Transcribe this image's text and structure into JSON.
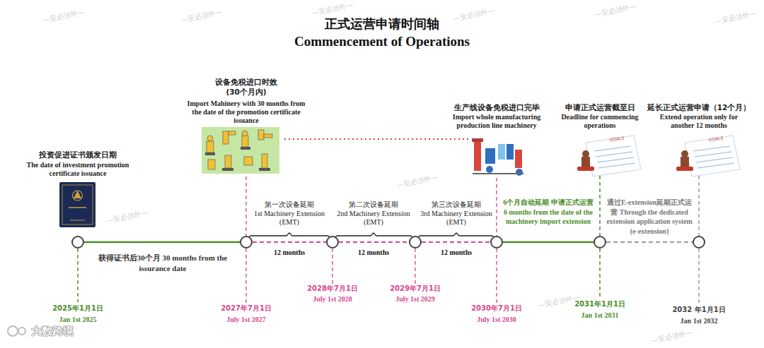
{
  "diagram": {
    "title": "正式运营申请时间轴",
    "nodes": [
      {
        "text": [
          "投资促进证书颁发日期",
          "The date of investment promotion certificate issuance",
          "2025年1月1日",
          "Jan 1st 2025"
        ]
      },
      {
        "text": [
          "设备免税进口时效 (30个月内)",
          "Import Mahinery with 30 months from the date of the promotion certificate issuance",
          "2027年7月1日",
          "July 1st 2027"
        ]
      },
      {
        "text": [
          "2028年7月1日",
          "July 1st 2028"
        ]
      },
      {
        "text": [
          "2029年7月1日",
          "July 1st 2029"
        ]
      },
      {
        "text": [
          "生产线设备免税进口完毕",
          "Import whole manufacturing production line machinery",
          "2030年7月1日",
          "July 1st 2030"
        ]
      },
      {
        "text": [
          "申请正式运营截至日",
          "Deadline for commencing operations",
          "2031年1月1日",
          "Jan 1st 2031"
        ]
      },
      {
        "text": [
          "延长正式运营申请（12个月）",
          "Extend operation only for another 12 months",
          "2032 年1月1日",
          "Jan 1st 2032"
        ]
      }
    ],
    "edges": [
      {
        "from": 0,
        "to": 1,
        "arrow": "none",
        "label": "获得证书后30个月 30 months from the issurance date"
      },
      {
        "from": 1,
        "to": 2,
        "arrow": "none",
        "label": "12 months"
      },
      {
        "from": 2,
        "to": 3,
        "arrow": "none",
        "label": "12 months"
      },
      {
        "from": 3,
        "to": 4,
        "arrow": "none",
        "label": "12 months"
      },
      {
        "from": 4,
        "to": 5,
        "arrow": "none",
        "label": "6个月自动延期 申请正式运营 6 months from the date of the machinery import extension"
      },
      {
        "from": 5,
        "to": 6,
        "arrow": "none",
        "label": "通过E-extension延期正式运营 Through the dedicated extension application system (e-extension)"
      }
    ],
    "labels": [
      "Commencement of Operations",
      "第一次设备延期",
      "1st Machinery Extension (EMT)",
      "第二次设备延期",
      "2nd Machinery Extension (EMT)",
      "第三次设备延期",
      "3rd Machinery Extension (EMT)",
      "大数跨境",
      "GOALS",
      "GOALS",
      "—安必涉外—",
      "—安必涉外—",
      "—安必涉外—",
      "—安必涉外—",
      "—安必涉外—",
      "—安必涉外—",
      "—安必涉外—",
      "—安必涉外—",
      "—安必涉外—",
      "—安必涉外—"
    ]
  }
}
